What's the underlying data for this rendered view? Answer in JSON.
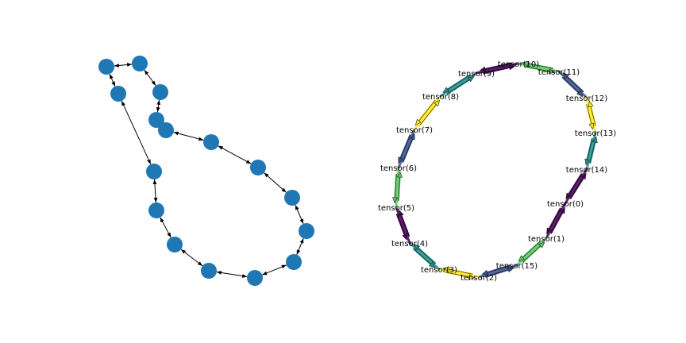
{
  "colors": {
    "node_fill": "#1f77b4",
    "plain_edge": "#000000",
    "edge_palette": [
      "#440154",
      "#3b528b",
      "#21918c",
      "#5ec962",
      "#fde725"
    ]
  },
  "left_graph": {
    "directed": true,
    "bidirectional_edges": true,
    "node_count": 16,
    "edges": [
      [
        0,
        1
      ],
      [
        1,
        2
      ],
      [
        2,
        3
      ],
      [
        3,
        4
      ],
      [
        4,
        5
      ],
      [
        5,
        6
      ],
      [
        6,
        7
      ],
      [
        7,
        8
      ],
      [
        8,
        9
      ],
      [
        9,
        10
      ],
      [
        10,
        11
      ],
      [
        11,
        12
      ],
      [
        12,
        13
      ],
      [
        13,
        14
      ],
      [
        14,
        15
      ],
      [
        15,
        0
      ]
    ]
  },
  "right_graph": {
    "directed": true,
    "bidirectional_edges": true,
    "edge_style": "colored arrows",
    "node_labels": [
      "tensor(0)",
      "tensor(1)",
      "tensor(2)",
      "tensor(3)",
      "tensor(4)",
      "tensor(5)",
      "tensor(6)",
      "tensor(7)",
      "tensor(8)",
      "tensor(9)",
      "tensor(10)",
      "tensor(11)",
      "tensor(12)",
      "tensor(13)",
      "tensor(14)",
      "tensor(15)"
    ],
    "edges": [
      [
        0,
        1
      ],
      [
        1,
        15
      ],
      [
        15,
        2
      ],
      [
        2,
        3
      ],
      [
        3,
        4
      ],
      [
        4,
        5
      ],
      [
        5,
        6
      ],
      [
        6,
        7
      ],
      [
        7,
        8
      ],
      [
        8,
        9
      ],
      [
        9,
        10
      ],
      [
        10,
        11
      ],
      [
        11,
        12
      ],
      [
        12,
        13
      ],
      [
        13,
        14
      ],
      [
        14,
        0
      ]
    ]
  }
}
